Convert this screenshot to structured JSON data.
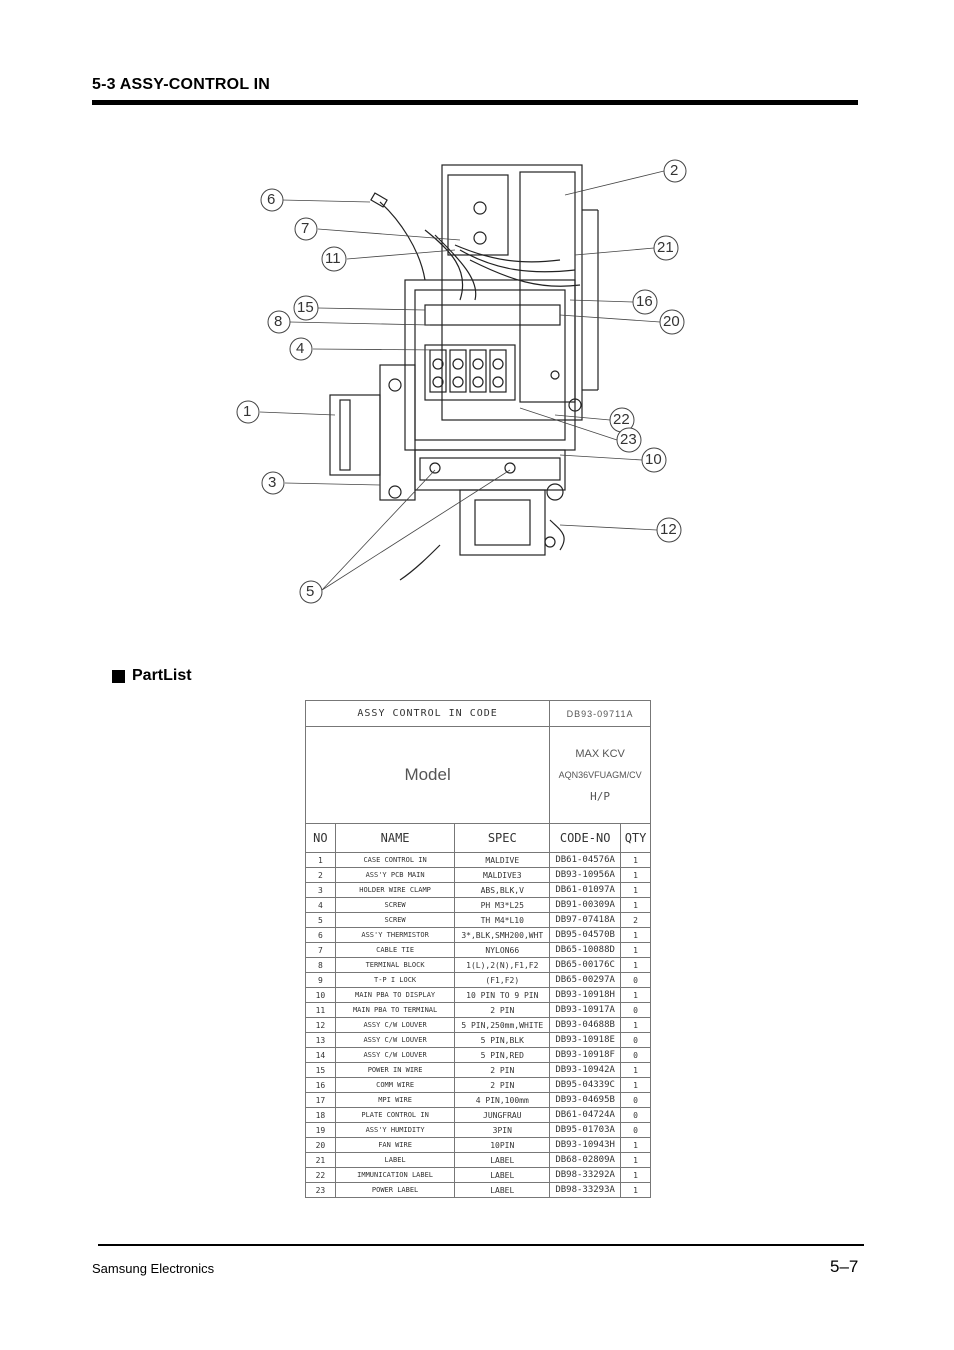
{
  "header": {
    "title": "5-3 ASSY-CONTROL IN"
  },
  "diagram": {
    "callouts": [
      {
        "id": "c2",
        "label": "2"
      },
      {
        "id": "c6",
        "label": "6"
      },
      {
        "id": "c7",
        "label": "7"
      },
      {
        "id": "c11",
        "label": "11"
      },
      {
        "id": "c21",
        "label": "21"
      },
      {
        "id": "c15",
        "label": "15"
      },
      {
        "id": "c16",
        "label": "16"
      },
      {
        "id": "c8",
        "label": "8"
      },
      {
        "id": "c20",
        "label": "20"
      },
      {
        "id": "c4",
        "label": "4"
      },
      {
        "id": "c1",
        "label": "1"
      },
      {
        "id": "c22",
        "label": "22"
      },
      {
        "id": "c23",
        "label": "23"
      },
      {
        "id": "c10",
        "label": "10"
      },
      {
        "id": "c3",
        "label": "3"
      },
      {
        "id": "c12",
        "label": "12"
      },
      {
        "id": "c5",
        "label": "5"
      }
    ]
  },
  "partlist": {
    "heading": "PartList",
    "code_label": "ASSY CONTROL IN CODE",
    "code_value": "DB93-09711A",
    "model_label": "Model",
    "model_name": "MAX KCV",
    "model_code": "AQN36VFUAGM/CV",
    "model_type": "H/P",
    "columns": {
      "no": "NO",
      "name": "NAME",
      "spec": "SPEC",
      "code": "CODE-NO",
      "qty": "QTY"
    },
    "rows": [
      {
        "no": "1",
        "name": "CASE CONTROL IN",
        "spec": "MALDIVE",
        "code": "DB61-04576A",
        "qty": "1"
      },
      {
        "no": "2",
        "name": "ASS'Y PCB MAIN",
        "spec": "MALDIVE3",
        "code": "DB93-10956A",
        "qty": "1"
      },
      {
        "no": "3",
        "name": "HOLDER WIRE CLAMP",
        "spec": "ABS,BLK,V",
        "code": "DB61-01097A",
        "qty": "1"
      },
      {
        "no": "4",
        "name": "SCREW",
        "spec": "PH M3*L25",
        "code": "DB91-00309A",
        "qty": "1"
      },
      {
        "no": "5",
        "name": "SCREW",
        "spec": "TH M4*L10",
        "code": "DB97-07418A",
        "qty": "2"
      },
      {
        "no": "6",
        "name": "ASS'Y THERMISTOR",
        "spec": "3*,BLK,SMH200,WHT",
        "code": "DB95-04570B",
        "qty": "1"
      },
      {
        "no": "7",
        "name": "CABLE TIE",
        "spec": "NYLON66",
        "code": "DB65-10088D",
        "qty": "1"
      },
      {
        "no": "8",
        "name": "TERMINAL BLOCK",
        "spec": "1(L),2(N),F1,F2",
        "code": "DB65-00176C",
        "qty": "1"
      },
      {
        "no": "9",
        "name": "T-P I LOCK",
        "spec": "(F1,F2)",
        "code": "DB65-00297A",
        "qty": "0"
      },
      {
        "no": "10",
        "name": "MAIN PBA TO DISPLAY",
        "spec": "10 PIN TO 9 PIN",
        "code": "DB93-10918H",
        "qty": "1"
      },
      {
        "no": "11",
        "name": "MAIN PBA TO TERMINAL",
        "spec": "2 PIN",
        "code": "DB93-10917A",
        "qty": "0"
      },
      {
        "no": "12",
        "name": "ASSY C/W LOUVER",
        "spec": "5 PIN,250mm,WHITE",
        "code": "DB93-04688B",
        "qty": "1"
      },
      {
        "no": "13",
        "name": "ASSY C/W LOUVER",
        "spec": "5 PIN,BLK",
        "code": "DB93-10918E",
        "qty": "0"
      },
      {
        "no": "14",
        "name": "ASSY C/W LOUVER",
        "spec": "5 PIN,RED",
        "code": "DB93-10918F",
        "qty": "0"
      },
      {
        "no": "15",
        "name": "POWER IN WIRE",
        "spec": "2 PIN",
        "code": "DB93-10942A",
        "qty": "1"
      },
      {
        "no": "16",
        "name": "COMM WIRE",
        "spec": "2 PIN",
        "code": "DB95-04339C",
        "qty": "1"
      },
      {
        "no": "17",
        "name": "MPI WIRE",
        "spec": "4 PIN,100mm",
        "code": "DB93-04695B",
        "qty": "0"
      },
      {
        "no": "18",
        "name": "PLATE CONTROL IN",
        "spec": "JUNGFRAU",
        "code": "DB61-04724A",
        "qty": "0"
      },
      {
        "no": "19",
        "name": "ASS'Y HUMIDITY",
        "spec": "3PIN",
        "code": "DB95-01703A",
        "qty": "0"
      },
      {
        "no": "20",
        "name": "FAN WIRE",
        "spec": "10PIN",
        "code": "DB93-10943H",
        "qty": "1"
      },
      {
        "no": "21",
        "name": "LABEL",
        "spec": "LABEL",
        "code": "DB68-02809A",
        "qty": "1"
      },
      {
        "no": "22",
        "name": "IMMUNICATION LABEL",
        "spec": "LABEL",
        "code": "DB98-33292A",
        "qty": "1"
      },
      {
        "no": "23",
        "name": "POWER LABEL",
        "spec": "LABEL",
        "code": "DB98-33293A",
        "qty": "1"
      }
    ]
  },
  "footer": {
    "company": "Samsung Electronics",
    "page": "5–7"
  }
}
